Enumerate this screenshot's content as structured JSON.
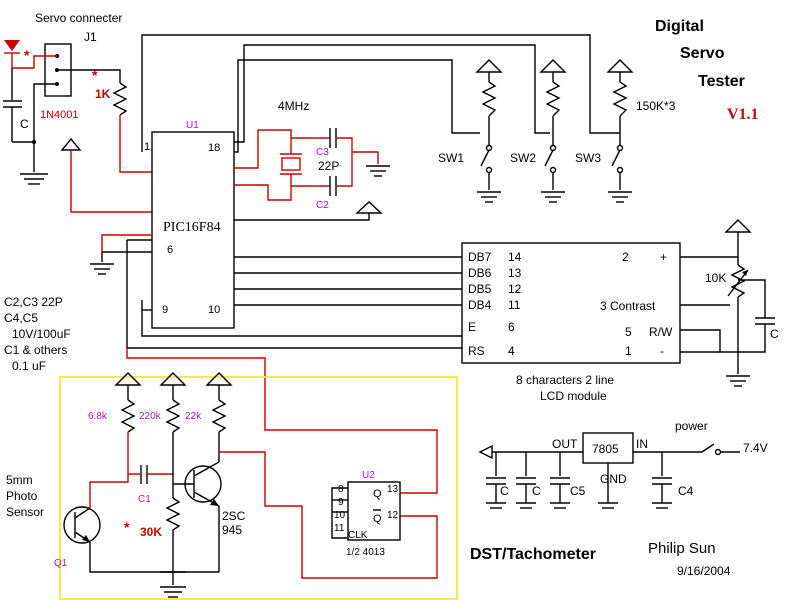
{
  "title": {
    "line1": "Digital",
    "line2": "Servo",
    "line3": "Tester",
    "version": "V1.1"
  },
  "labels": {
    "servo_connector": "Servo connecter",
    "j1": "J1",
    "diode": "1N4001",
    "r1k": "1K",
    "cap_c": "C",
    "asterisk": "*",
    "u1": "U1",
    "pin1": "1",
    "pin18": "18",
    "pin6": "6",
    "pin9": "9",
    "pin10": "10",
    "pic": "PIC16F84",
    "xtal": "4MHz",
    "c3": "C3",
    "c2": "C2",
    "c22p": "22P",
    "sw1": "SW1",
    "sw2": "SW2",
    "sw3": "SW3",
    "r150k": "150K*3",
    "lcd": {
      "db7": "DB7",
      "db6": "DB6",
      "db5": "DB5",
      "db4": "DB4",
      "e": "E",
      "rs": "RS",
      "p14": "14",
      "p13": "13",
      "p12": "12",
      "p11": "11",
      "p6": "6",
      "p4": "4",
      "p2": "2",
      "plus": "+",
      "contrast": "3 Contrast",
      "p5": "5",
      "rw": "R/W",
      "p1": "1",
      "minus": "-",
      "caption1": "8 characters 2 line",
      "caption2": "LCD module"
    },
    "r10k": "10K",
    "cap_c_lcd": "C",
    "notes": [
      "C2,C3 22P",
      "C4,C5",
      "10V/100uF",
      "C1 & others",
      "0.1 uF"
    ],
    "r68k": "6.8k",
    "r220k": "220k",
    "r22k": "22k",
    "photo": [
      "5mm",
      "Photo",
      "Sensor"
    ],
    "c1": "C1",
    "r30k": "30K",
    "q1": "Q1",
    "transistor": [
      "2SC",
      "945"
    ],
    "u2": "U2",
    "ff": {
      "p8": "8",
      "p9": "9",
      "p10": "10",
      "p11": "11",
      "clk": "CLK",
      "q": "Q",
      "qbar": "Q",
      "p13": "13",
      "p12": "12",
      "part": "1/2 4013"
    },
    "reg": {
      "out": "OUT",
      "in": "IN",
      "chip": "7805",
      "gnd": "GND",
      "c5": "C5",
      "c4": "C4",
      "c": "C"
    },
    "power": "power",
    "voltage": "7.4V",
    "footer_title": "DST/Tachometer",
    "author": "Philip Sun",
    "date": "9/16/2004"
  },
  "colors": {
    "wire_black": "#000000",
    "wire_red": "#cc0000",
    "label_purple": "#a020a0",
    "title_red": "#cc0000",
    "box_yellow": "#ffe84a"
  }
}
